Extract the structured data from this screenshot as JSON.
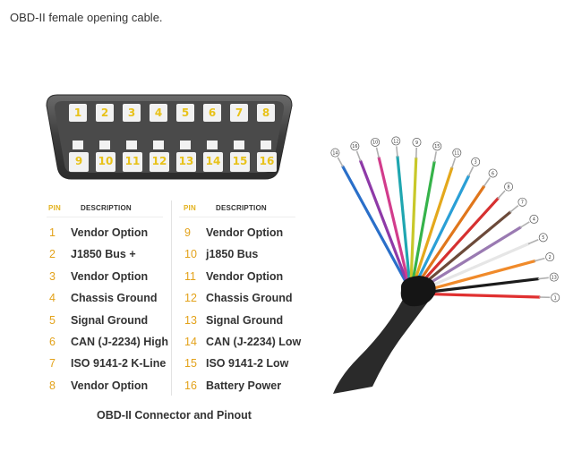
{
  "caption_top": "OBD-II female opening cable.",
  "caption_bottom": "OBD-II Connector and Pinout",
  "connector": {
    "top_pins": [
      "1",
      "2",
      "3",
      "4",
      "5",
      "6",
      "7",
      "8"
    ],
    "bottom_pins": [
      "9",
      "10",
      "11",
      "12",
      "13",
      "14",
      "15",
      "16"
    ]
  },
  "table": {
    "header_pin": "PIN",
    "header_desc": "DESCRIPTION",
    "left": [
      {
        "pin": "1",
        "desc": "Vendor Option"
      },
      {
        "pin": "2",
        "desc": "J1850 Bus +"
      },
      {
        "pin": "3",
        "desc": "Vendor Option"
      },
      {
        "pin": "4",
        "desc": "Chassis Ground"
      },
      {
        "pin": "5",
        "desc": "Signal Ground"
      },
      {
        "pin": "6",
        "desc": "CAN (J-2234) High"
      },
      {
        "pin": "7",
        "desc": "ISO 9141-2 K-Line"
      },
      {
        "pin": "8",
        "desc": "Vendor Option"
      }
    ],
    "right": [
      {
        "pin": "9",
        "desc": "Vendor Option"
      },
      {
        "pin": "10",
        "desc": "j1850 Bus"
      },
      {
        "pin": "11",
        "desc": "Vendor Option"
      },
      {
        "pin": "12",
        "desc": "Chassis Ground"
      },
      {
        "pin": "13",
        "desc": "Signal Ground"
      },
      {
        "pin": "14",
        "desc": "CAN (J-2234) Low"
      },
      {
        "pin": "15",
        "desc": "ISO 9141-2 Low"
      },
      {
        "pin": "16",
        "desc": "Battery Power"
      }
    ]
  },
  "cable": {
    "wire_tags": [
      "14",
      "16",
      "10",
      "12",
      "9",
      "15",
      "11",
      "3",
      "6",
      "8",
      "7",
      "4",
      "5",
      "2",
      "13",
      "1"
    ],
    "wire_colors": [
      "#2a6fc9",
      "#8e3aa8",
      "#d23c8c",
      "#1fa6b0",
      "#c8c82a",
      "#36b34a",
      "#e4a81c",
      "#2a9fd6",
      "#e0761c",
      "#d63030",
      "#6c4a3a",
      "#9a7ab2",
      "#ececec",
      "#f08a2a",
      "#1b1b1b",
      "#e03030"
    ]
  }
}
